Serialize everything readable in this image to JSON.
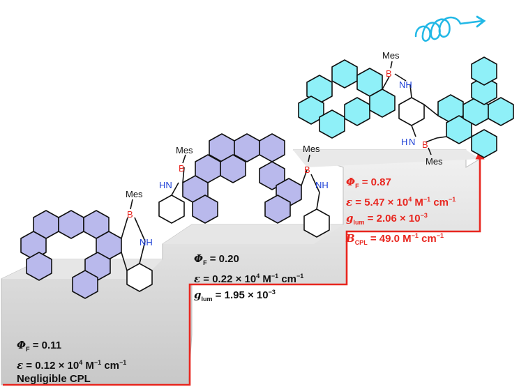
{
  "colors": {
    "ring_fill": "#b9b9ec",
    "ring_fill_cyan": "#8ff0f8",
    "accent_red": "#e8261f",
    "boron": "#e8261f",
    "nitrogen": "#1c3fd6",
    "step_fill": "#dcdcdc",
    "spring": "#22b8e6"
  },
  "steps": [
    {
      "id": "monomer",
      "phi_sym": "Φ",
      "phi_sub": "F",
      "phi_val": " = 0.11",
      "eps_sym": "ε",
      "eps_val": " = 0.12 × 10",
      "eps_exp": "4",
      "eps_unit": " M",
      "eps_unit_exp": "−1",
      "eps_unit2": " cm",
      "eps_unit2_exp": "−1",
      "cpl_text": "Negligible CPL",
      "atoms": {
        "mes": "Mes",
        "b": "B",
        "nh": "NH"
      }
    },
    {
      "id": "dimer",
      "phi_sym": "Φ",
      "phi_sub": "F",
      "phi_val": " = 0.20",
      "eps_sym": "ε",
      "eps_val": " = 0.22 × 10",
      "eps_exp": "4",
      "eps_unit": " M",
      "eps_unit_exp": "−1",
      "eps_unit2": " cm",
      "eps_unit2_exp": "−1",
      "g_sym": "g",
      "g_sub": "lum",
      "g_val": " = 1.95 × 10",
      "g_exp": "−3",
      "atoms": {
        "mes_left": "Mes",
        "b_left": "B",
        "hn_left": "HN",
        "mes_right": "Mes",
        "b_right": "B",
        "nh_right": "NH"
      }
    },
    {
      "id": "trimer",
      "phi_sym": "Φ",
      "phi_sub": "F",
      "phi_val": " = 0.87",
      "eps_sym": "ε",
      "eps_val": " = 5.47 × 10",
      "eps_exp": "4",
      "eps_unit": " M",
      "eps_unit_exp": "−1",
      "eps_unit2": " cm",
      "eps_unit2_exp": "−1",
      "g_sym": "g",
      "g_sub": "lum",
      "g_val": " = 2.06 × 10",
      "g_exp": "−3",
      "b_sym": "B",
      "b_sub": "CPL",
      "b_val": " = 49.0 M",
      "b_exp": "−1",
      "b_unit": " cm",
      "b_unit_exp": "−1",
      "atoms": {
        "mes_top": "Mes",
        "b_top": "B",
        "nh_top": "NH",
        "n_bottom": "N",
        "h_bottom": "H",
        "b_bottom": "B",
        "mes_bottom": "Mes"
      }
    }
  ]
}
